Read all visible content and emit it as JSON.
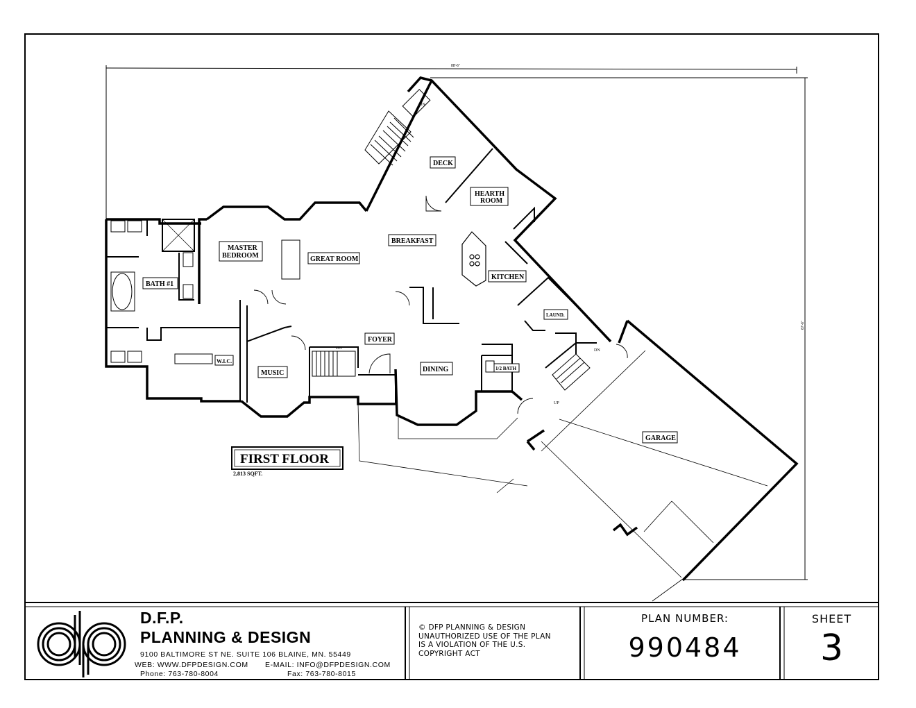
{
  "plan": {
    "title": "FIRST FLOOR",
    "area": "2,813 SQFT.",
    "rooms": {
      "deck": "DECK",
      "hearth_line1": "HEARTH",
      "hearth_line2": "ROOM",
      "breakfast": "BREAKFAST",
      "master_line1": "MASTER",
      "master_line2": "BEDROOM",
      "great_room": "GREAT ROOM",
      "kitchen": "KITCHEN",
      "bath1": "BATH #1",
      "laundry": "LAUND.",
      "foyer": "FOYER",
      "wic": "W.I.C.",
      "music": "MUSIC",
      "dining": "DINING",
      "half_bath": "1/2 BATH",
      "garage": "GARAGE"
    },
    "stair_labels": {
      "dn_deck": "DN",
      "dn_foyer": "DN",
      "dn_garage": "DN",
      "up_garage": "UP"
    },
    "dimensions": {
      "overall_width": "88'-6\"",
      "overall_depth": "67'-6\""
    }
  },
  "title_block": {
    "logo_text": "dp",
    "firm_line1": "D.F.P.",
    "firm_line2": "PLANNING & DESIGN",
    "address": "9100 BALTIMORE ST NE. SUITE 106 BLAINE, MN. 55449",
    "web": "WEB: WWW.DFPDESIGN.COM",
    "email": "E-MAIL: INFO@DFPDESIGN.COM",
    "phone": "Phone: 763-780-8004",
    "fax": "Fax: 763-780-8015",
    "copyright_line1": "©  DFP PLANNING & DESIGN",
    "copyright_line2": "UNAUTHORIZED USE OF THE PLAN",
    "copyright_line3": "IS A VIOLATION OF THE U.S.",
    "copyright_line4": "COPYRIGHT ACT",
    "plan_number_label": "PLAN NUMBER:",
    "plan_number": "990484",
    "sheet_label": "SHEET",
    "sheet_number": "3"
  }
}
